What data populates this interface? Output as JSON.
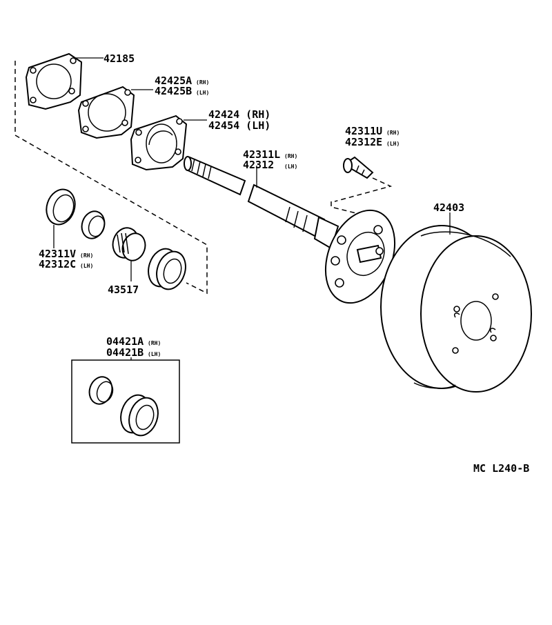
{
  "diagram": {
    "code": "MC L240-B",
    "callouts": {
      "gasket": {
        "number": "42185"
      },
      "plate": {
        "line1": "42425A",
        "sub1": "(RH)",
        "line2": "42425B",
        "sub2": "(LH)"
      },
      "retainer": {
        "line1": "42424 (RH)",
        "line2": "42454 (LH)"
      },
      "hub_bolt": {
        "line1": "42311U",
        "sub1": "(RH)",
        "line2": "42312E",
        "sub2": "(LH)"
      },
      "axle_shaft": {
        "line1": "42311L",
        "sub1": "(RH)",
        "line2": "42312",
        "sub2": "(LH)"
      },
      "brake_drum": {
        "number": "42403"
      },
      "oil_seal": {
        "line1": "42311V",
        "sub1": "(RH)",
        "line2": "42312C",
        "sub2": "(LH)"
      },
      "bearing_retainer": {
        "number": "43517"
      },
      "bearing_kit": {
        "line1": "04421A",
        "sub1": "(RH)",
        "line2": "04421B",
        "sub2": "(LH)"
      }
    }
  }
}
